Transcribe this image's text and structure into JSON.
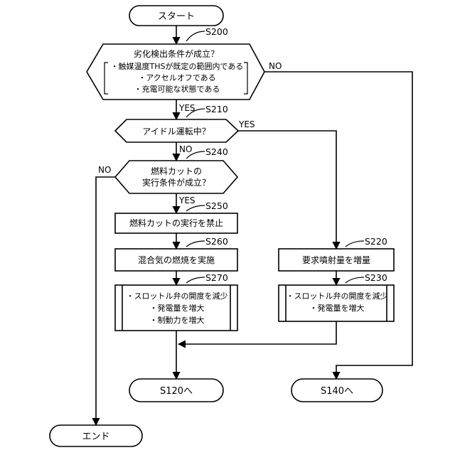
{
  "start": "スタート",
  "end": "エンド",
  "s200": {
    "step": "S200",
    "title": "劣化検出条件が成立？",
    "conditions": [
      "・触媒温度THSが既定の範囲内である",
      "・アクセルオフである",
      "・充電可能な状態である"
    ]
  },
  "s210": {
    "step": "S210",
    "text": "アイドル運転中？"
  },
  "s240": {
    "step": "S240",
    "line1": "燃料カットの",
    "line2": "実行条件が成立？"
  },
  "s250": {
    "step": "S250",
    "text": "燃料カットの実行を禁止"
  },
  "s260": {
    "step": "S260",
    "text": "混合気の燃焼を実施"
  },
  "s270": {
    "step": "S270",
    "lines": [
      "・スロットル弁の開度を減少",
      "・発電量を増大",
      "・制動力を増大"
    ]
  },
  "s220": {
    "step": "S220",
    "text": "要求噴射量を増量"
  },
  "s230": {
    "step": "S230",
    "lines": [
      "・スロットル弁の開度を減少",
      "・発電量を増大"
    ]
  },
  "to_s120": "S120へ",
  "to_s140": "S140へ",
  "labels": {
    "yes": "YES",
    "no": "NO"
  }
}
